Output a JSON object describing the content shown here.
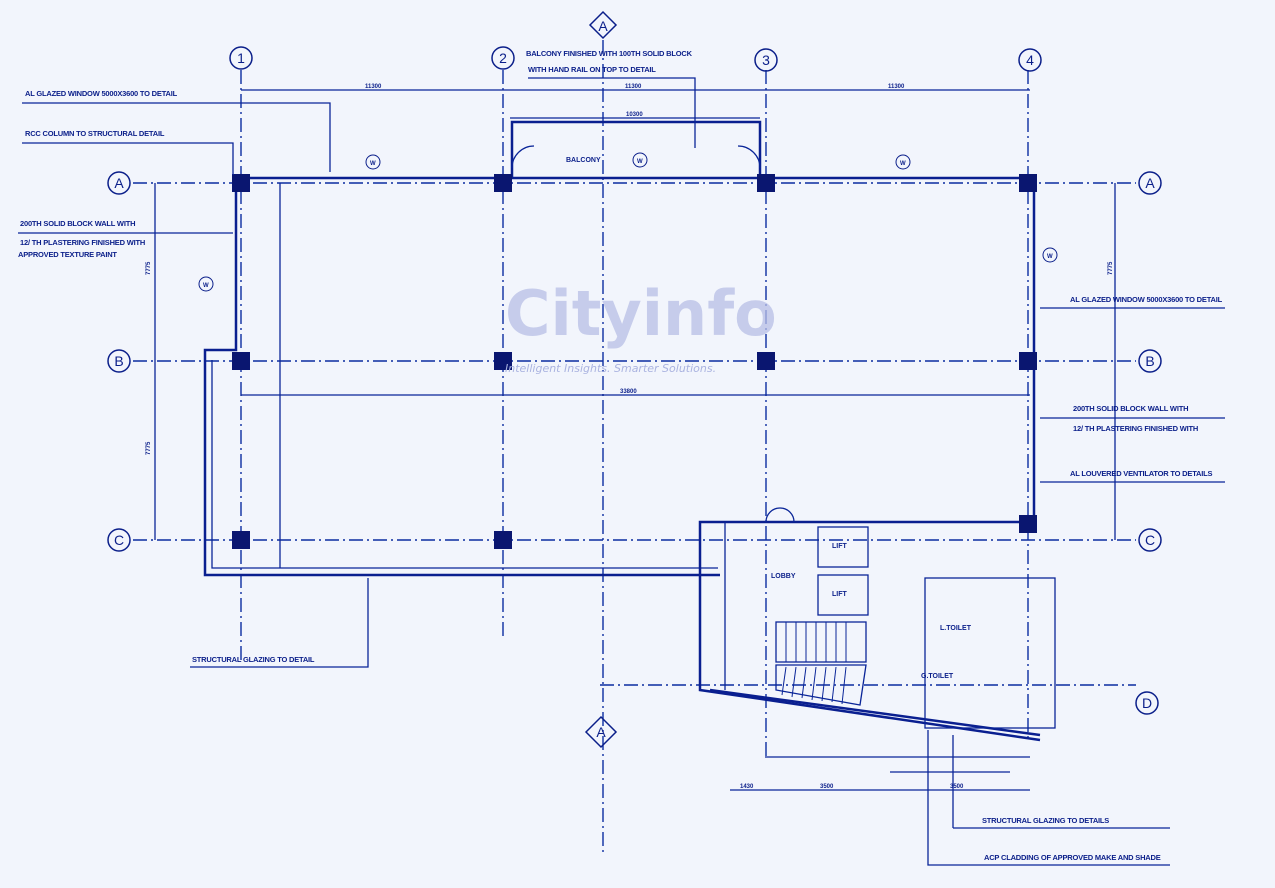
{
  "grid_columns": [
    "1",
    "2",
    "3",
    "4"
  ],
  "grid_rows": [
    "A",
    "B",
    "C",
    "D"
  ],
  "section_marker": "A",
  "dimensions": {
    "top_bay_1": "11300",
    "top_bay_2": "11300",
    "top_bay_3": "11300",
    "balcony_width": "10300",
    "overall_inner": "33800",
    "bay_side": "7775",
    "bottom_left": "1430",
    "bottom_mid": "3500",
    "bottom_right": "3500"
  },
  "notes": {
    "window_left": "AL GLAZED WINDOW 5000X3600 TO DETAIL",
    "rcc_column": "RCC COLUMN TO STRUCTURAL DETAIL",
    "block_wall_left_1": "200TH SOLID BLOCK WALL WITH",
    "block_wall_left_2": "12/ TH PLASTERING FINISHED WITH",
    "block_wall_left_3": "APPROVED TEXTURE PAINT",
    "balcony_1": "BALCONY FINISHED WITH 100TH SOLID BLOCK",
    "balcony_2": "WITH HAND RAIL ON TOP TO DETAIL",
    "window_right": "AL GLAZED WINDOW 5000X3600 TO DETAIL",
    "block_wall_right_1": "200TH SOLID BLOCK WALL WITH",
    "block_wall_right_2": "12/ TH PLASTERING FINISHED WITH",
    "ventilator": "AL LOUVERED VENTILATOR TO DETAILS",
    "glazing_left": "STRUCTURAL GLAZING TO DETAIL",
    "glazing_right": "STRUCTURAL GLAZING TO DETAILS",
    "acp": "ACP CLADDING OF APPROVED MAKE AND SHADE"
  },
  "rooms": {
    "balcony": "BALCONY",
    "lobby": "LOBBY",
    "lift": "LIFT",
    "ladies_toilet": "L.TOILET",
    "gents_toilet": "G.TOILET",
    "window_tag": "W"
  },
  "watermark": {
    "brand": "Cityinfo",
    "tagline": "Intelligent Insights. Smarter Solutions."
  },
  "colors": {
    "ink": "#0b1f8a",
    "paper": "#f2f5fc"
  }
}
